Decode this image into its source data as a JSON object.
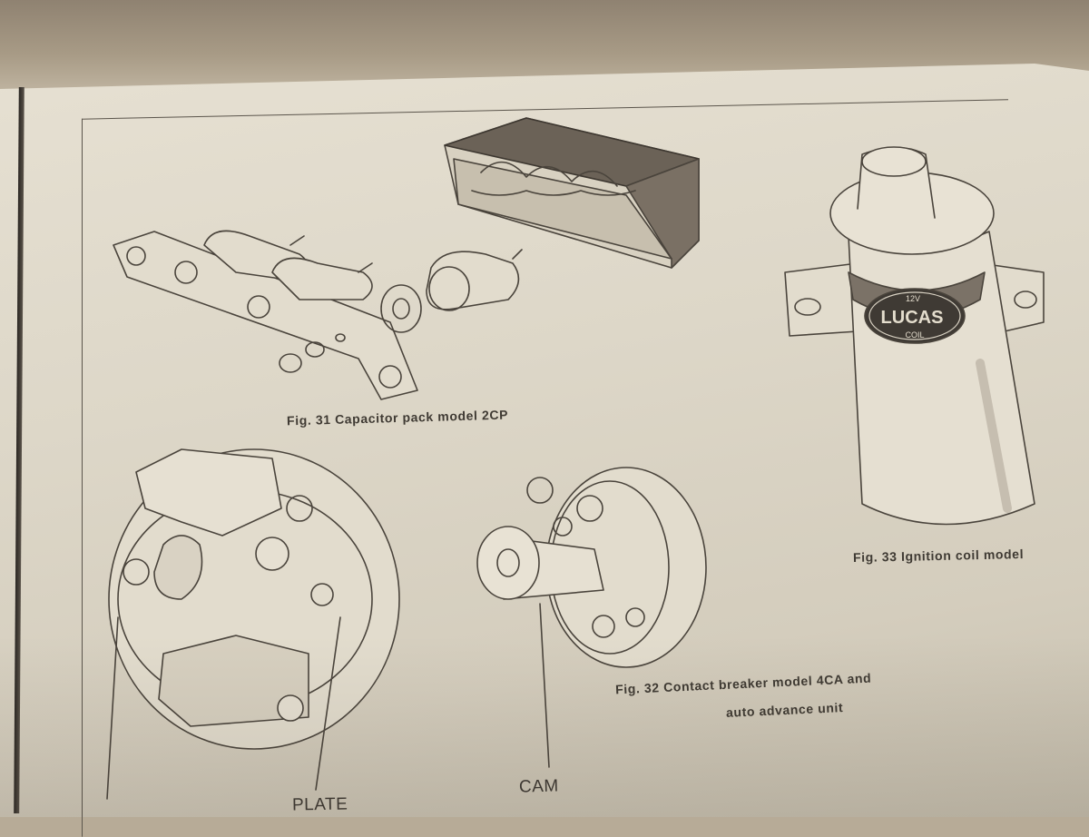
{
  "figures": {
    "fig31": {
      "caption": "Fig. 31  Capacitor pack model 2CP"
    },
    "fig32": {
      "caption_line1": "Fig. 32  Contact breaker model 4CA and",
      "caption_line2": "auto advance unit",
      "labels": {
        "plate": "PLATE",
        "cam": "CAM"
      }
    },
    "fig33": {
      "caption": "Fig. 33  Ignition coil model",
      "coil_brand": "LUCAS",
      "coil_voltage": "12V",
      "coil_text": "COIL"
    }
  },
  "colors": {
    "paper": "#ddd7c8",
    "ink": "#3f3a33",
    "background": "#b7ab97"
  }
}
